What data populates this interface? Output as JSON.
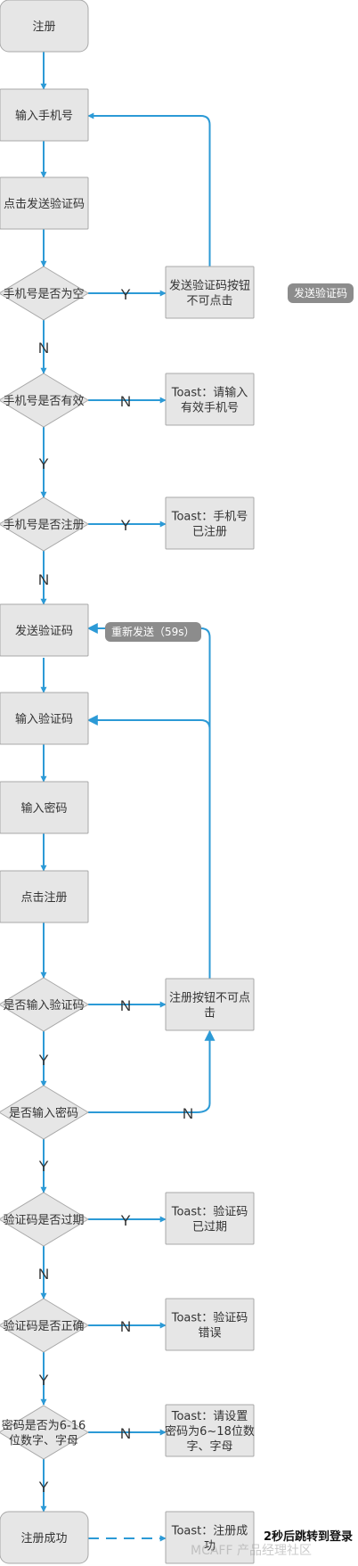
{
  "colors": {
    "arrow": "#2c9ad6",
    "node_fill": "#e6e6e6",
    "node_stroke": "#a8a8a8",
    "tag_bg": "#8c8c8c"
  },
  "nodes": {
    "register": "注册",
    "enter_phone": "输入手机号",
    "click_send_code": "点击发送验证码",
    "phone_empty": "手机号是否为空",
    "send_btn_disabled": [
      "发送验证码按钮",
      "不可点击"
    ],
    "phone_valid": "手机号是否有效",
    "toast_invalid_phone": [
      "Toast：请输入",
      "有效手机号"
    ],
    "phone_registered": "手机号是否注册",
    "toast_phone_registered": [
      "Toast：手机号",
      "已注册"
    ],
    "send_code": "发送验证码",
    "enter_code": "输入验证码",
    "enter_password": "输入密码",
    "click_register": "点击注册",
    "code_entered": "是否输入验证码",
    "register_btn_disabled": [
      "注册按钮不可点",
      "击"
    ],
    "password_entered": "是否输入密码",
    "code_expired": "验证码是否过期",
    "toast_code_expired": [
      "Toast：验证码",
      "已过期"
    ],
    "code_correct": "验证码是否正确",
    "toast_code_wrong": [
      "Toast：验证码",
      "错误"
    ],
    "password_rule": [
      "密码是否为6-16",
      "位数字、字母"
    ],
    "toast_password_rule": [
      "Toast：请设置",
      "密码为6~18位数",
      "字、字母"
    ],
    "register_success": "注册成功",
    "toast_register_success": [
      "Toast：注册成",
      "功"
    ]
  },
  "edge_labels": {
    "empty_yes": "Y",
    "empty_no": "N",
    "valid_no": "N",
    "valid_yes": "Y",
    "registered_yes": "Y",
    "registered_no": "N",
    "code_entered_no": "N",
    "code_entered_yes": "Y",
    "password_entered_no": "N",
    "password_entered_yes": "Y",
    "expired_yes": "Y",
    "expired_no": "N",
    "correct_no": "N",
    "correct_yes": "Y",
    "rule_no": "N",
    "rule_yes": "Y"
  },
  "tags": {
    "send_code_button": "发送验证码",
    "resend_countdown": "重新发送（59s）"
  },
  "side_note": "2秒后跳转到登录",
  "watermark": "MCAFF 产品经理社区"
}
